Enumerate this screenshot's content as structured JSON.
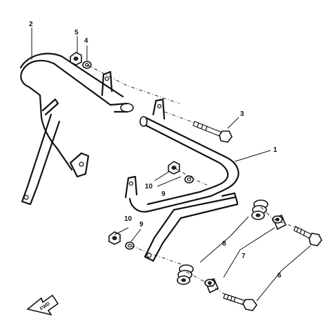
{
  "callouts": {
    "c1": "1",
    "c2": "2",
    "c3": "3",
    "c4": "4",
    "c5": "5",
    "c6": "6",
    "c7": "7",
    "c8": "8",
    "c9a": "9",
    "c9b": "9",
    "c10a": "10",
    "c10b": "10"
  },
  "direction_marker": "FWD"
}
